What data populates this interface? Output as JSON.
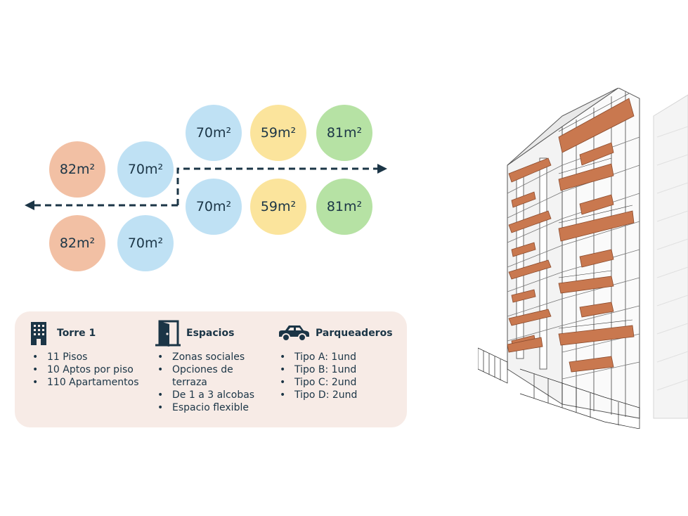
{
  "units": {
    "row1_right": [
      "70m²",
      "59m²",
      "81m²"
    ],
    "row1_left": [
      "82m²",
      "70m²"
    ],
    "row2_right": [
      "70m²",
      "59m²",
      "81m²"
    ],
    "row2_left": [
      "82m²",
      "70m²"
    ]
  },
  "colors": {
    "blue": "#bfe1f4",
    "salmon": "#f2c0a4",
    "yellow": "#fbe49c",
    "green": "#b6e2a4",
    "navy": "#1b3546",
    "panel": "#f7ebe6",
    "balcony": "#c9784f"
  },
  "info": {
    "tower": {
      "icon": "building-icon",
      "title": "Torre 1",
      "items": [
        "11 Pisos",
        "10 Aptos por piso",
        "110 Apartamentos"
      ]
    },
    "spaces": {
      "icon": "door-icon",
      "title": "Espacios",
      "items": [
        "Zonas sociales",
        "Opciones de terraza",
        "De 1 a 3 alcobas",
        "Espacio flexible"
      ]
    },
    "parking": {
      "icon": "car-icon",
      "title": "Parqueaderos",
      "items": [
        "Tipo A: 1und",
        "Tipo B: 1und",
        "Tipo C: 2und",
        "Tipo D: 2und"
      ]
    }
  },
  "illustration": {
    "icon": "apartment-building-illustration"
  }
}
